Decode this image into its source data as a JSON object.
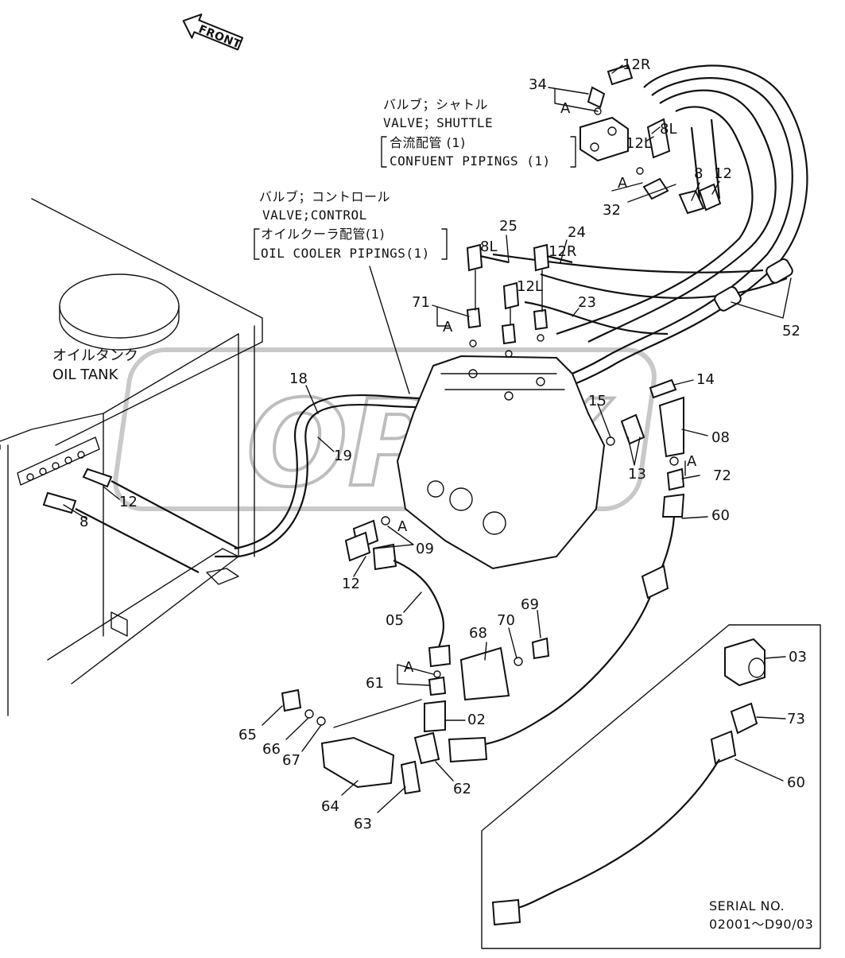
{
  "front_label": "FRONT",
  "watermark": "OPEX",
  "notes": {
    "shuttle": {
      "jp": "バルブ；シャトル",
      "en": "VALVE；SHUTTLE",
      "sub_jp": "合流配管 (1)",
      "sub_en": "CONFUENT PIPINGS (1)"
    },
    "control": {
      "jp": "バルブ；コントロール",
      "en": "VALVE;CONTROL",
      "sub_jp": "オイルクーラ配管(1)",
      "sub_en": "OIL COOLER PIPINGS(1)"
    },
    "tank": {
      "jp": "オイルタンク",
      "en": "OIL TANK"
    }
  },
  "serial": {
    "title": "SERIAL NO.",
    "range": "02001～D90/03"
  },
  "callouts": {
    "p34": "34",
    "p12R_top": "12R",
    "A_top": "A",
    "p8L_top": "8L",
    "p12L_top": "12L",
    "A_32": "A",
    "p8_top": "8",
    "p12_top": "12",
    "p32": "32",
    "p25": "25",
    "p24": "24",
    "p8L_mid": "8L",
    "p12R_mid": "12R",
    "p12L_mid": "12L",
    "p23": "23",
    "p71": "71",
    "A_71": "A",
    "p52": "52",
    "p18": "18",
    "p19": "19",
    "p14": "14",
    "p15": "15",
    "p08": "08",
    "A_72": "A",
    "p72": "72",
    "p13": "13",
    "p12_left": "12",
    "p8_left": "8",
    "p60_mid": "60",
    "A_09": "A",
    "p09": "09",
    "p12_low": "12",
    "p05": "05",
    "p69": "69",
    "p70": "70",
    "p68": "68",
    "A_61": "A",
    "p61": "61",
    "p02": "02",
    "p65": "65",
    "p66": "66",
    "p67": "67",
    "p64": "64",
    "p62": "62",
    "p63": "63",
    "p03": "03",
    "p73": "73",
    "p60_inset": "60"
  }
}
